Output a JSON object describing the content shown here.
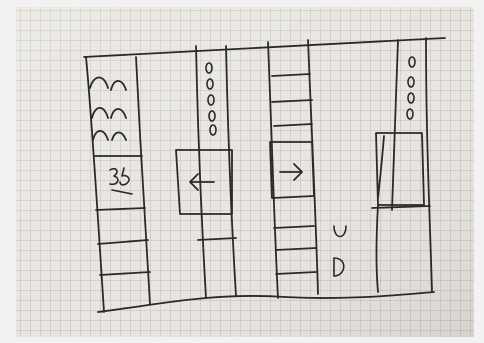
{
  "photo": {
    "subject": "hand-drawn-sketch-on-grid-paper",
    "paper_color": "#e9e6e1",
    "grid_color": "#b9b6b1",
    "ink_color": "#2a2a2a",
    "frame_color": "#f2f2f2",
    "scribbles": [
      {
        "text": "3 5",
        "kind": "handwriting"
      },
      {
        "text": "U D",
        "kind": "handwriting"
      }
    ],
    "icons": [
      {
        "name": "arrow-left-icon"
      },
      {
        "name": "arrow-right-icon"
      }
    ]
  }
}
